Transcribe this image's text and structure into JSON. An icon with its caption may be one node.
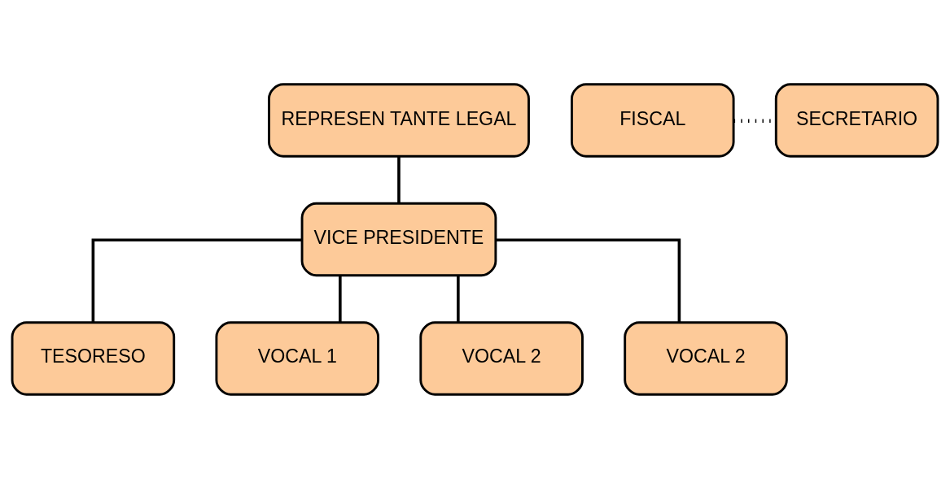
{
  "diagram": {
    "nodes": [
      {
        "text": [
          "REPRESEN TANTE LEGAL"
        ]
      },
      {
        "text": [
          "VICE PRESIDENTE"
        ]
      },
      {
        "text": [
          "FISCAL"
        ]
      },
      {
        "text": [
          "SECRETARIO"
        ]
      },
      {
        "text": [
          "TESORESO"
        ]
      },
      {
        "text": [
          "VOCAL 1"
        ]
      },
      {
        "text": [
          "VOCAL 2"
        ]
      },
      {
        "text": [
          "VOCAL 2"
        ]
      }
    ],
    "edges": [
      {
        "from": 0,
        "to": 1,
        "arrow": "none"
      },
      {
        "from": 2,
        "to": 3,
        "arrow": "none",
        "style": "dashed"
      },
      {
        "from": 1,
        "to": 4,
        "arrow": "none"
      },
      {
        "from": 1,
        "to": 5,
        "arrow": "none"
      },
      {
        "from": 1,
        "to": 6,
        "arrow": "none"
      },
      {
        "from": 1,
        "to": 7,
        "arrow": "none"
      }
    ]
  }
}
